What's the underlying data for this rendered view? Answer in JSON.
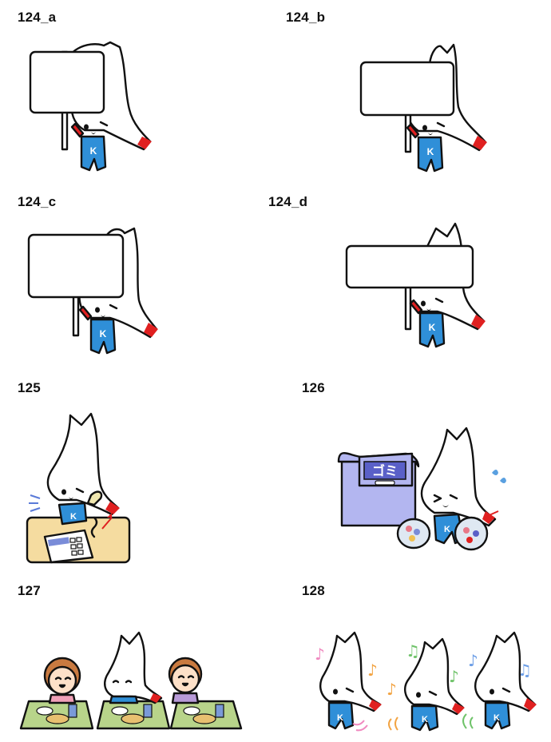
{
  "items": [
    {
      "label": "124_a"
    },
    {
      "label": "124_b"
    },
    {
      "label": "124_c"
    },
    {
      "label": "124_d"
    },
    {
      "label": "125"
    },
    {
      "label": "126"
    },
    {
      "label": "127"
    },
    {
      "label": "128"
    }
  ],
  "trash_box_text": "ゴミ",
  "shirt_letter": "K",
  "colors": {
    "shirt": "#2f8fd8",
    "tip": "#e02020",
    "box": "#b3b6f0",
    "desk": "#f5dca0",
    "tray": "#b8d48a",
    "note_pink": "#f08ac0",
    "note_orange": "#f2a444",
    "note_green": "#6fc36a",
    "note_blue": "#6c9ee6"
  }
}
